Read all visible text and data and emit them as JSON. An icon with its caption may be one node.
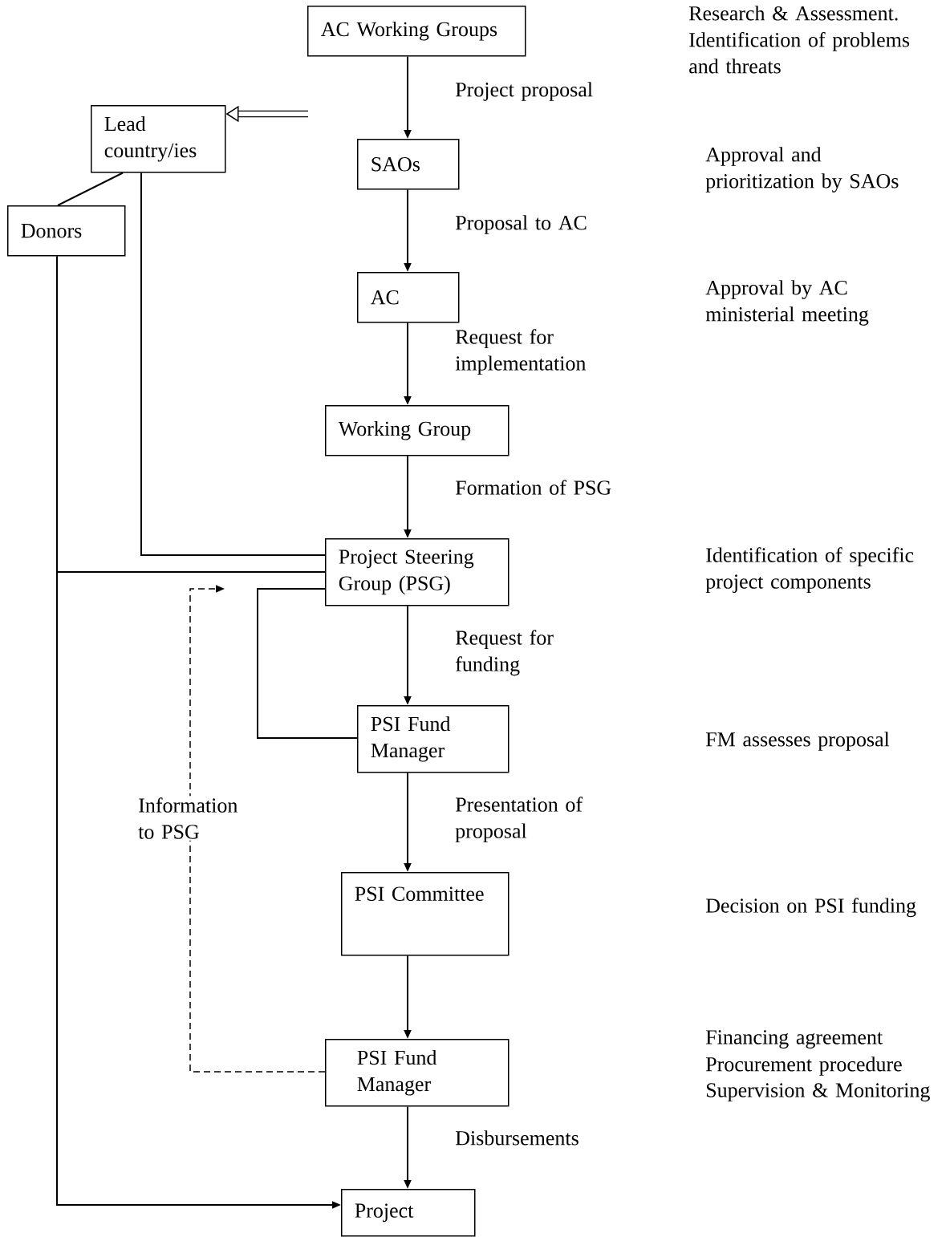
{
  "diagram": {
    "nodes": [
      {
        "text": [
          "AC Working Groups"
        ]
      },
      {
        "text": [
          "Lead country/ies"
        ]
      },
      {
        "text": [
          "SAOs"
        ]
      },
      {
        "text": [
          "Donors"
        ]
      },
      {
        "text": [
          "AC"
        ]
      },
      {
        "text": [
          "Working Group"
        ]
      },
      {
        "text": [
          "Project Steering Group (PSG)"
        ]
      },
      {
        "text": [
          "PSI Fund Manager"
        ]
      },
      {
        "text": [
          "PSI Committee"
        ]
      },
      {
        "text": [
          "PSI Fund Manager"
        ]
      },
      {
        "text": [
          "Project"
        ]
      }
    ],
    "edges": [
      {
        "from": 0,
        "to": 2,
        "arrow": "to",
        "label": "Project proposal"
      },
      {
        "from": 2,
        "to": 4,
        "arrow": "to",
        "label": "Proposal to AC"
      },
      {
        "from": 4,
        "to": 5,
        "arrow": "to",
        "label": "Request for implementation"
      },
      {
        "from": 5,
        "to": 6,
        "arrow": "to",
        "label": "Formation of PSG"
      },
      {
        "from": 6,
        "to": 7,
        "arrow": "to",
        "label": "Request for funding"
      },
      {
        "from": 7,
        "to": 8,
        "arrow": "to",
        "label": "Presentation of proposal"
      },
      {
        "from": 8,
        "to": 9,
        "arrow": "to"
      },
      {
        "from": 9,
        "to": 10,
        "arrow": "to",
        "label": "Disbursements"
      },
      {
        "from": 1,
        "to": 3,
        "arrow": "none"
      },
      {
        "from": 1,
        "to": 6,
        "arrow": "none"
      },
      {
        "from": 3,
        "to": 6,
        "arrow": "none"
      },
      {
        "from": 3,
        "to": 10,
        "arrow": "to"
      },
      {
        "from": 6,
        "to": 7,
        "arrow": "none"
      },
      {
        "from": 9,
        "to": null,
        "arrow": "to",
        "style": "dashed",
        "label": "Information to PSG"
      },
      {
        "from": null,
        "to": 1,
        "arrow": "to",
        "style": "thick"
      }
    ],
    "labels": [
      "Research & Assessment. Identification of problems and threats",
      "Approval and prioritization by SAOs",
      "Approval by AC ministerial meeting",
      "Identification of specific project components",
      "FM assesses proposal",
      "Decision on PSI funding",
      "Financing agreement",
      "Procurement procedure",
      "Supervision & Monitoring"
    ]
  }
}
